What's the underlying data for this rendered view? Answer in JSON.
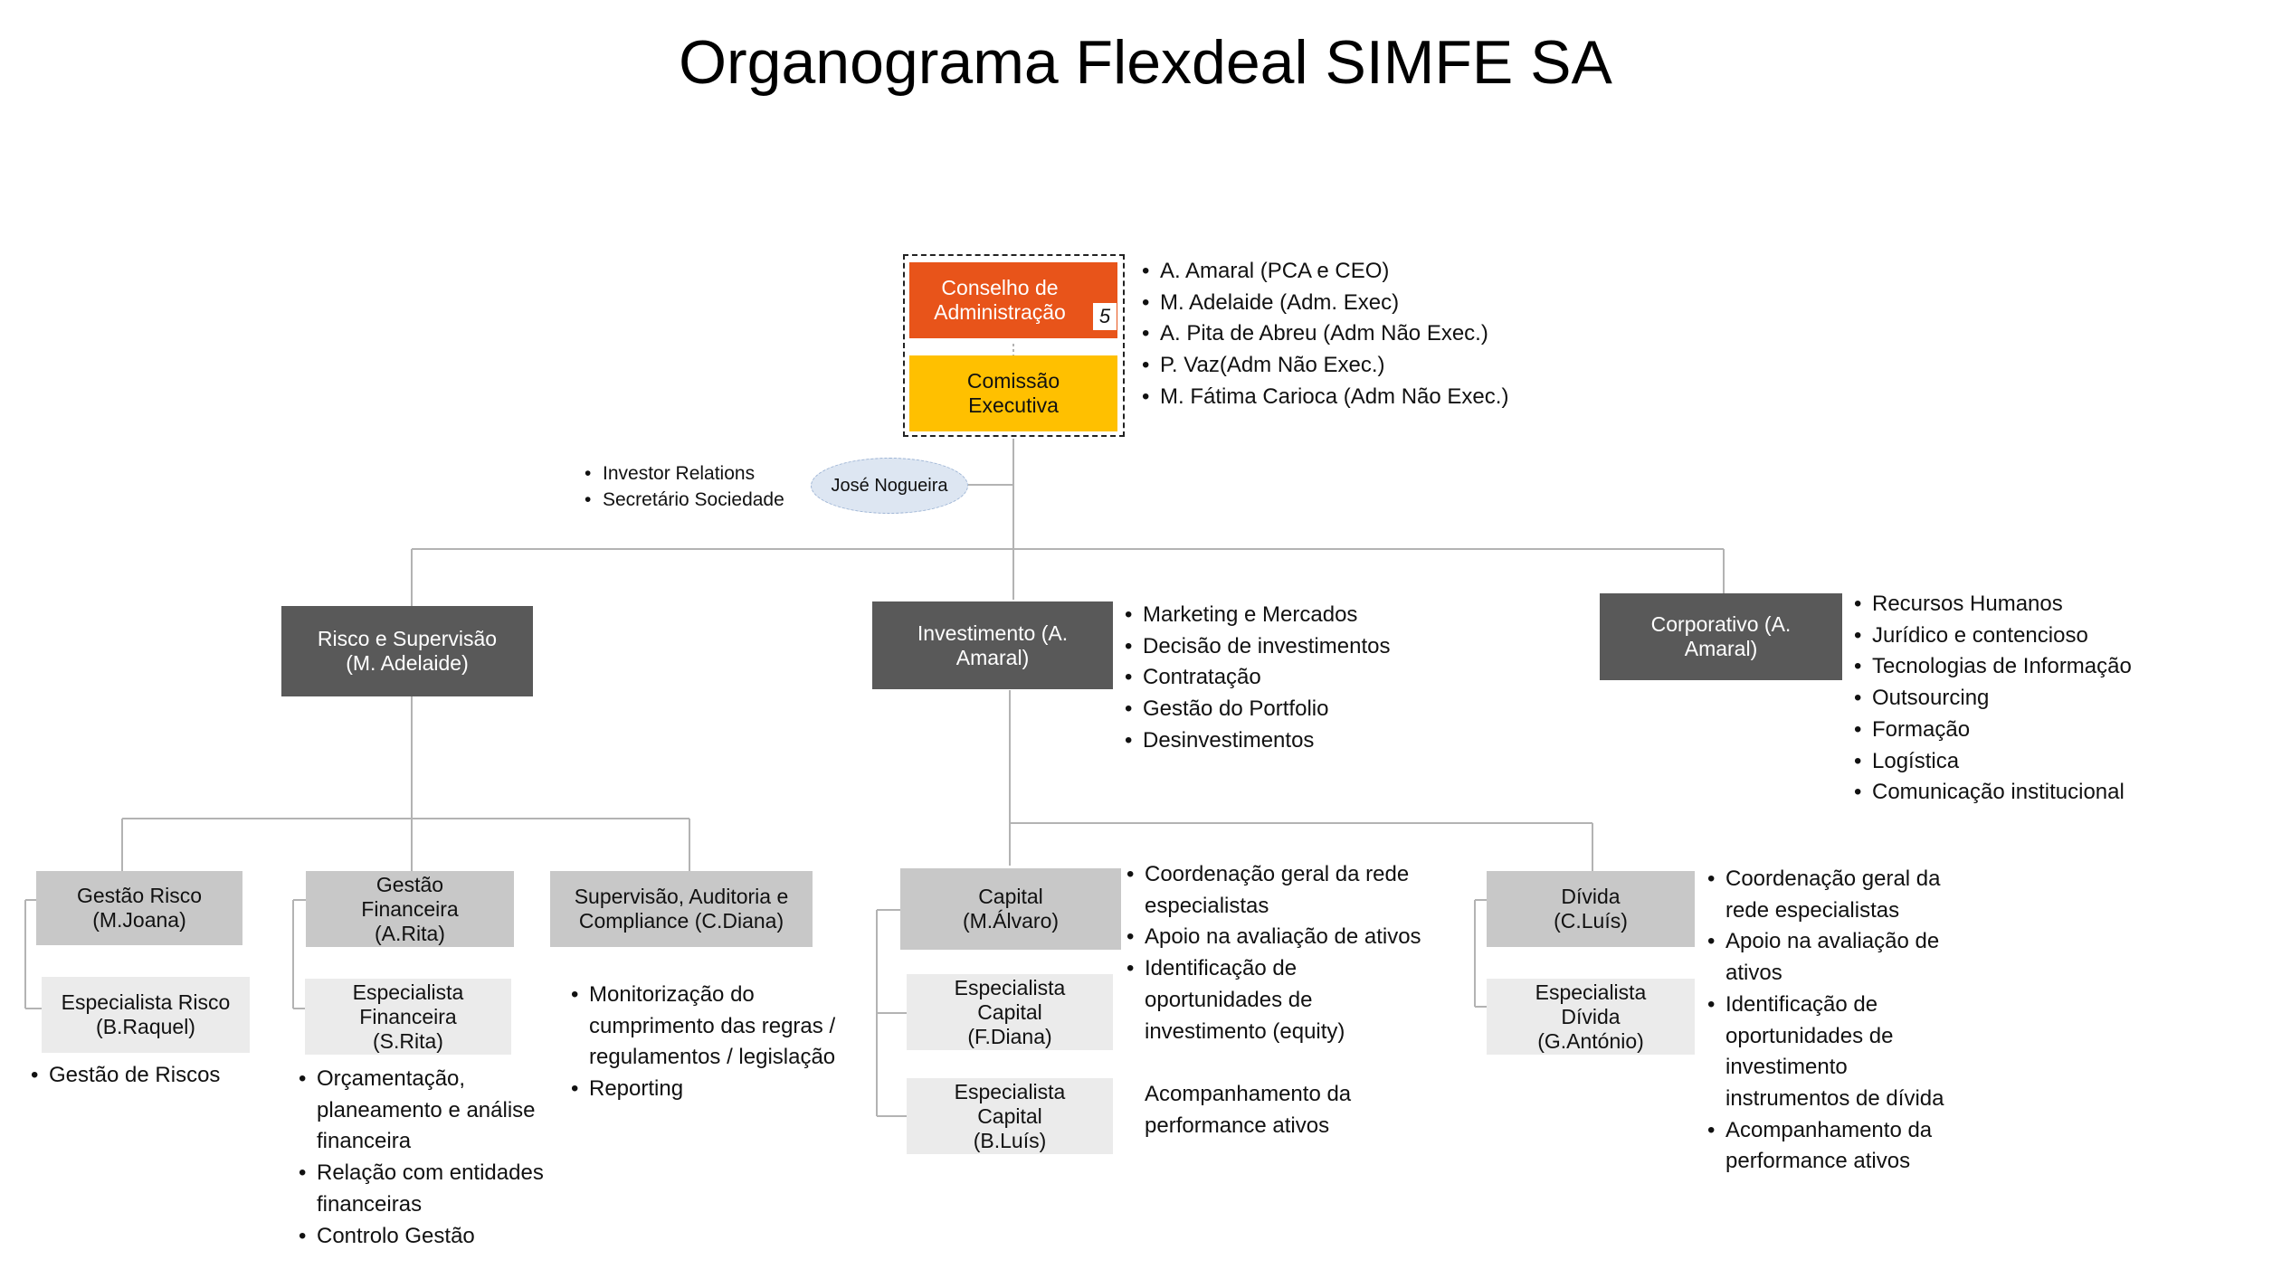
{
  "title": "Organograma Flexdeal SIMFE SA",
  "board": {
    "conselho": "Conselho de Administração",
    "count": "5",
    "comissao": "Comissão Executiva",
    "members": [
      "A. Amaral (PCA e CEO)",
      "M. Adelaide (Adm. Exec)",
      "A. Pita de Abreu (Adm Não Exec.)",
      "P. Vaz(Adm Não Exec.)",
      "M. Fátima Carioca (Adm Não Exec.)"
    ]
  },
  "secretary": {
    "name": "José Nogueira",
    "roles": [
      "Investor Relations",
      "Secretário Sociedade"
    ]
  },
  "divisions": {
    "risco": {
      "label": "Risco e Supervisão (M. Adelaide)"
    },
    "investimento": {
      "label": "Investimento (A. Amaral)",
      "items": [
        "Marketing e Mercados",
        "Decisão de investimentos",
        "Contratação",
        "Gestão do Portfolio",
        "Desinvestimentos"
      ]
    },
    "corporativo": {
      "label": "Corporativo (A. Amaral)",
      "items": [
        "Recursos Humanos",
        "Jurídico e contencioso",
        "Tecnologias de Informação",
        "Outsourcing",
        "Formação",
        "Logística",
        "Comunicação institucional"
      ]
    }
  },
  "units": {
    "gestao_risco": {
      "label": "Gestão Risco (M.Joana)",
      "specialist": "Especialista Risco (B.Raquel)",
      "items": [
        "Gestão de Riscos"
      ]
    },
    "gestao_financeira": {
      "label": "Gestão Financeira (A.Rita)",
      "specialist": "Especialista Financeira (S.Rita)",
      "items": [
        "Orçamentação, planeamento e análise financeira",
        "Relação com entidades financeiras",
        "Controlo Gestão"
      ]
    },
    "supervisao": {
      "label": "Supervisão, Auditoria e Compliance (C.Diana)",
      "items": [
        "Monitorização do cumprimento das regras / regulamentos / legislação",
        "Reporting"
      ]
    },
    "capital": {
      "label": "Capital (M.Álvaro)",
      "specialist_1": "Especialista Capital (F.Diana)",
      "specialist_2": "Especialista Capital (B.Luís)",
      "items": [
        "Coordenação geral da rede especialistas",
        "Apoio na avaliação de ativos",
        "Identificação de oportunidades de investimento (equity)"
      ],
      "extra": "Acompanhamento da performance ativos"
    },
    "divida": {
      "label": "Dívida (C.Luís)",
      "specialist": "Especialista Dívida (G.António)",
      "items": [
        "Coordenação geral da rede especialistas",
        "Apoio na avaliação de ativos",
        "Identificação de oportunidades de investimento instrumentos de dívida",
        "Acompanhamento da performance ativos"
      ]
    }
  },
  "colors": {
    "orange": "#e8541a",
    "gold": "#ffc000",
    "dark": "#595959",
    "mid": "#c8c8c8",
    "light": "#ebebeb"
  }
}
